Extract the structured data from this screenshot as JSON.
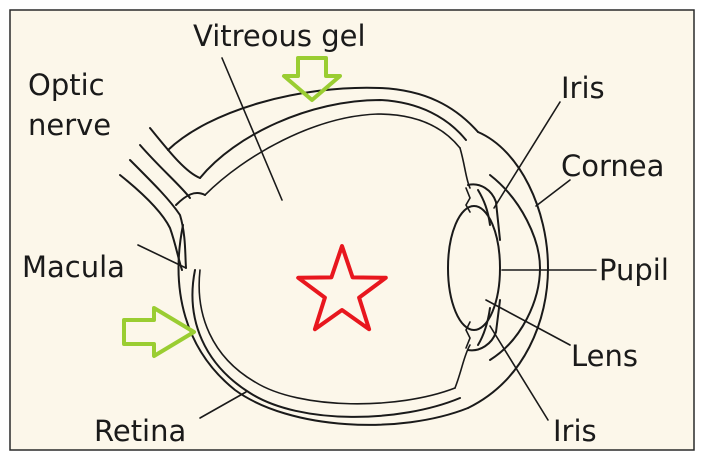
{
  "diagram": {
    "labels": {
      "vitreous_gel": "Vitreous gel",
      "optic_1": "Optic",
      "optic_2": "nerve",
      "macula": "Macula",
      "retina": "Retina",
      "iris_top": "Iris",
      "cornea": "Cornea",
      "pupil": "Pupil",
      "lens": "Lens",
      "iris_bottom": "Iris"
    },
    "colors": {
      "background": "#fcf7ea",
      "line": "#1a1a1a",
      "arrow": "#9acd32",
      "star": "#e8171e",
      "border": "#2a2a2a"
    },
    "icons": {
      "arrows": "hollow-arrow-icon",
      "star": "star-icon"
    }
  }
}
